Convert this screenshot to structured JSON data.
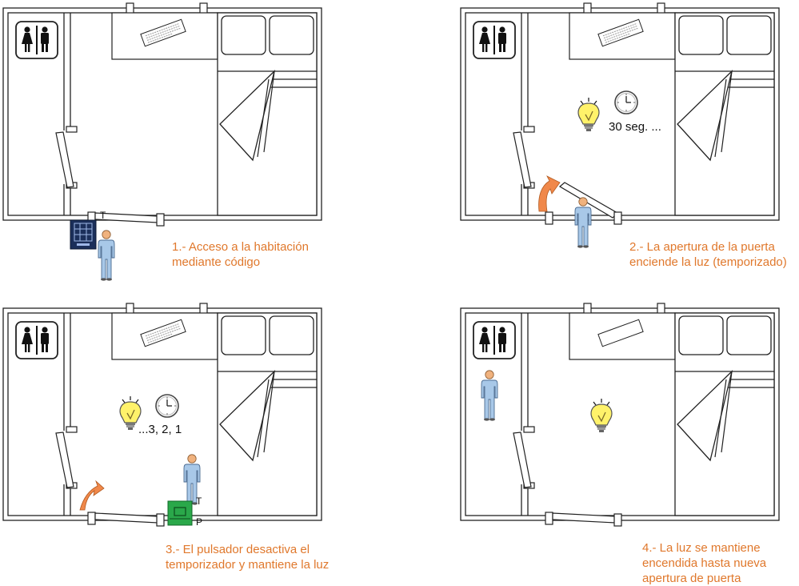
{
  "panels": [
    {
      "caption": [
        "1.- Acceso a la habitación",
        "mediante código"
      ],
      "label": "",
      "marks": [
        "T"
      ]
    },
    {
      "caption": [
        "2.- La apertura de la puerta",
        "enciende la luz (temporizado)"
      ],
      "label": "30 seg. ...",
      "marks": []
    },
    {
      "caption": [
        "3.- El pulsador desactiva el",
        "temporizador y mantiene la luz"
      ],
      "label": "...3, 2, 1",
      "marks": [
        "T",
        "P"
      ]
    },
    {
      "caption": [
        "4.- La luz se mantiene",
        "encendida hasta nueva",
        "apertura de puerta"
      ],
      "label": "",
      "marks": []
    }
  ],
  "colors": {
    "caption": "#e0782c",
    "arrow": "#f0884a",
    "keypad": "#1b2f5a",
    "button": "#2aa84a",
    "bulb": "#fff26a",
    "person": "#a8c8e8"
  },
  "icons": [
    "restroom-icon",
    "lightbulb-icon",
    "clock-icon",
    "person-icon",
    "keypad-icon",
    "push-button-icon",
    "door-arrow-icon",
    "bed-icon",
    "desk-icon"
  ]
}
